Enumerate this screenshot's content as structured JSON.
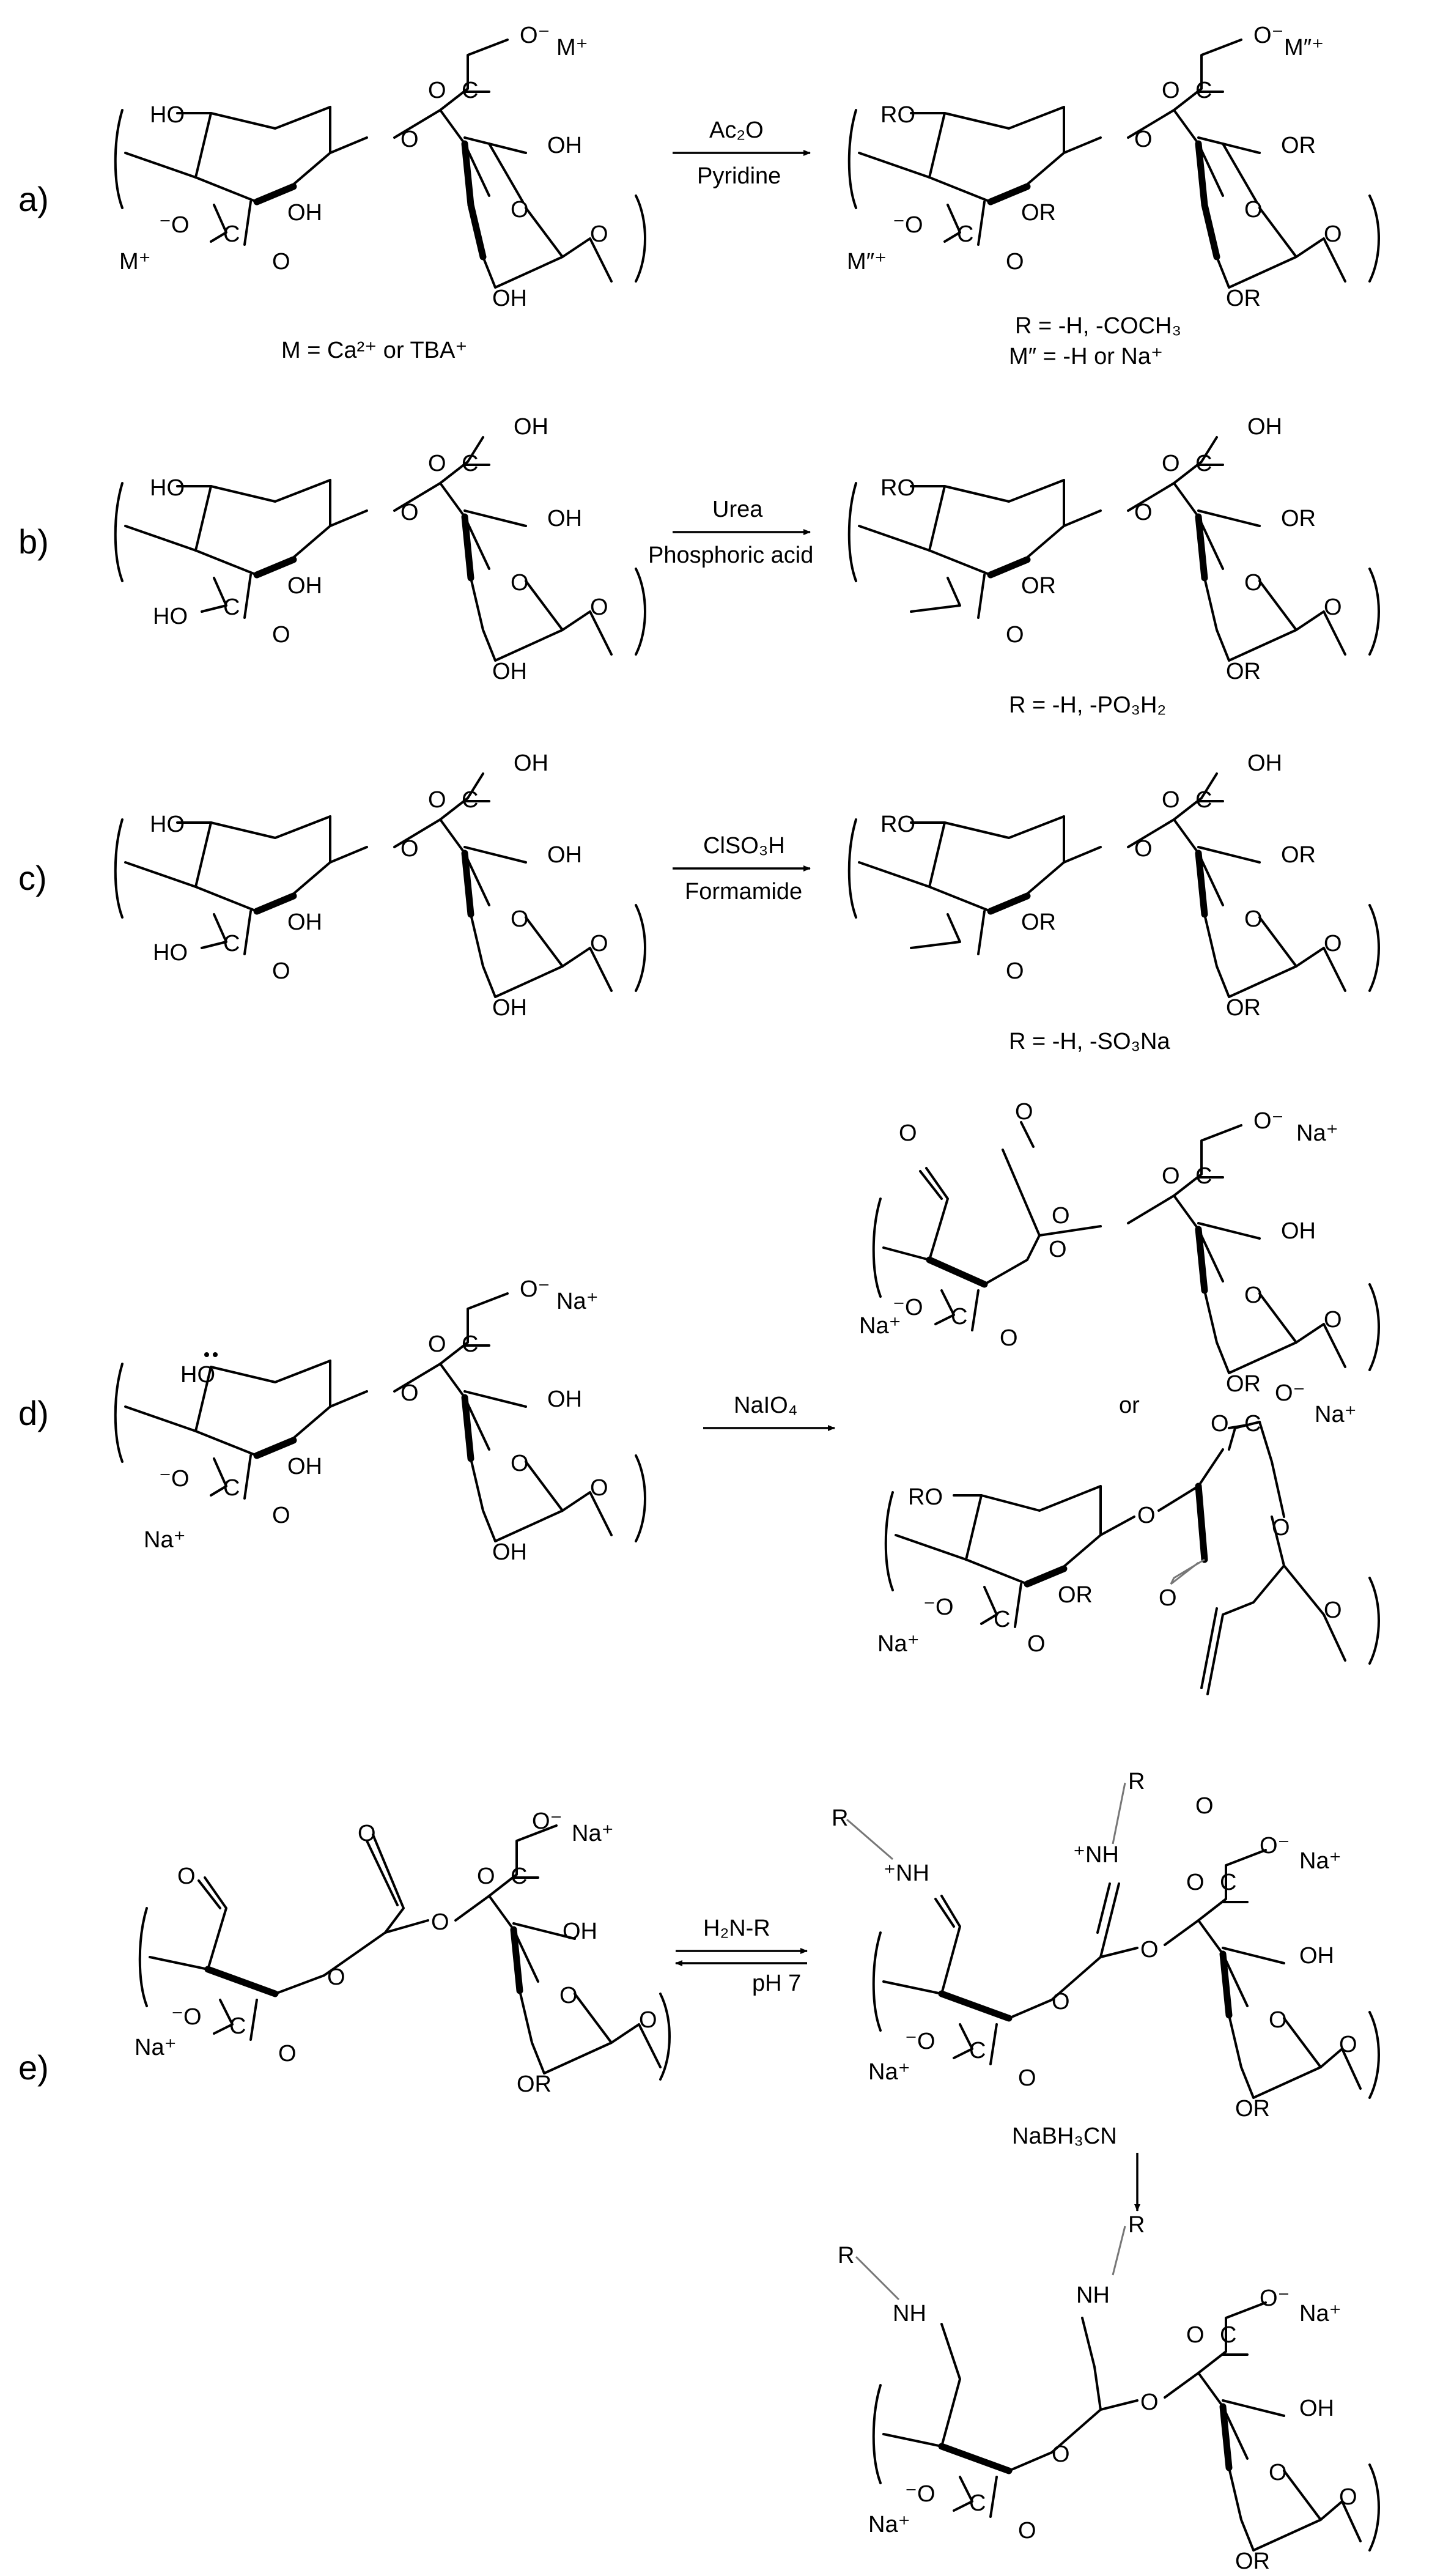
{
  "panels": {
    "a": {
      "label": "a)",
      "reagent_top": "Ac₂O",
      "reagent_bottom": "Pyridine",
      "left": {
        "HO": "HO",
        "OH_ring": "OH",
        "OH_r": "OH",
        "OH_b": "OH",
        "O_link": "O",
        "O_ring": "O",
        "O_end": "O",
        "O_dbl": "O",
        "O_dbl2": "O",
        "C1": "C",
        "C2": "C",
        "O_minus": "O⁻",
        "O_minus2": "⁻O",
        "M_top": "M⁺",
        "M_left": "M⁺"
      },
      "right": {
        "RO": "RO",
        "OR_ring": "OR",
        "OR_r": "OR",
        "OR_b": "OR",
        "O_link": "O",
        "O_ring": "O",
        "O_end": "O",
        "O_dbl": "O",
        "O_dbl2": "O",
        "C1": "C",
        "C2": "C",
        "O_minus": "O⁻",
        "O_minus2": "⁻O",
        "M_top": "M″⁺",
        "M_left": "M″⁺"
      },
      "note_left": "M = Ca²⁺ or TBA⁺",
      "note_right_1": "R = -H, -COCH₃",
      "note_right_2": "M″ = -H or Na⁺"
    },
    "b": {
      "label": "b)",
      "reagent_top": "Urea",
      "reagent_bottom": "Phosphoric acid",
      "left": {
        "HO": "HO",
        "OH_ring": "OH",
        "OH_r": "OH",
        "OH_b": "OH",
        "OH_top": "OH",
        "HO_acid": "HO",
        "O_link": "O",
        "O_ring": "O",
        "O_end": "O",
        "O_dbl": "O",
        "O_dbl2": "O",
        "C1": "C",
        "C2": "C"
      },
      "right": {
        "RO": "RO",
        "OR_ring": "OR",
        "OR_r": "OR",
        "OR_b": "OR",
        "OH_top": "OH",
        "O_link": "O",
        "O_ring": "O",
        "O_end": "O",
        "O_dbl": "O",
        "O_dbl2": "O",
        "C1": "C"
      },
      "note_right": "R = -H, -PO₃H₂"
    },
    "c": {
      "label": "c)",
      "reagent_top": "ClSO₃H",
      "reagent_bottom": "Formamide",
      "left": {
        "HO": "HO",
        "OH_ring": "OH",
        "OH_r": "OH",
        "OH_b": "OH",
        "OH_top": "OH",
        "HO_acid": "HO",
        "O_link": "O",
        "O_ring": "O",
        "O_end": "O",
        "O_dbl": "O",
        "O_dbl2": "O",
        "C1": "C",
        "C2": "C"
      },
      "right": {
        "RO": "RO",
        "OR_ring": "OR",
        "OR_r": "OR",
        "OR_b": "OR",
        "OH_top": "OH",
        "O_link": "O",
        "O_ring": "O",
        "O_end": "O",
        "O_dbl": "O",
        "O_dbl2": "O",
        "C1": "C"
      },
      "note_right": "R = -H, -SO₃Na"
    },
    "d": {
      "label": "d)",
      "reagent": "NaIO₄",
      "or_text": "or",
      "left": {
        "HO": "HO",
        "OH_ring": "OH",
        "OH_r": "OH",
        "OH_b": "OH",
        "O_link": "O",
        "O_ring": "O",
        "O_end": "O",
        "O_dbl": "O",
        "O_dbl2": "O",
        "C1": "C",
        "C2": "C",
        "O_minus": "O⁻",
        "O_minus2": "⁻O",
        "Na_top": "Na⁺",
        "Na_left": "Na⁺"
      },
      "top_product": {
        "O_ald1": "O",
        "O_ald2": "O",
        "O_link": "O",
        "O_chain": "O",
        "OH_r": "OH",
        "OR_b": "OR",
        "O_ring": "O",
        "O_end": "O",
        "O_dbl": "O",
        "O_dbl2": "O",
        "C1": "C",
        "C2": "C",
        "O_minus": "O⁻",
        "O_minus2": "⁻O",
        "Na_top": "Na⁺",
        "Na_left": "Na⁺"
      },
      "bottom_product": {
        "RO": "RO",
        "OR_ring": "OR",
        "O_link": "O",
        "O_ald": "O",
        "O_chain": "O",
        "O_end": "O",
        "O_dbl": "O",
        "O_dbl2": "O",
        "C1": "C",
        "C2": "C",
        "O_minus": "O⁻",
        "O_minus2": "⁻O",
        "Na_top": "Na⁺",
        "Na_left": "Na⁺"
      }
    },
    "e": {
      "label": "e)",
      "reagent_top": "H₂N-R",
      "reagent_bottom": "pH 7",
      "reagent_reduce": "NaBH₃CN",
      "left": {
        "O_ald1": "O",
        "O_ald2": "O",
        "O_chain": "O",
        "O_link": "O",
        "OH_r": "OH",
        "OR_b": "OR",
        "O_ring": "O",
        "O_end": "O",
        "O_dbl": "O",
        "O_dbl2": "O",
        "C1": "C",
        "C2": "C",
        "O_minus": "O⁻",
        "O_minus2": "⁻O",
        "Na_top": "Na⁺",
        "Na_left": "Na⁺"
      },
      "imine": {
        "R1": "R",
        "R2": "R",
        "NH1": "⁺NH",
        "NH2": "⁺NH",
        "O_stray": "O",
        "O_chain": "O",
        "O_link": "O",
        "OH_r": "OH",
        "OR_b": "OR",
        "O_ring": "O",
        "O_end": "O",
        "O_dbl": "O",
        "O_dbl2": "O",
        "C1": "C",
        "C2": "C",
        "O_minus": "O⁻",
        "O_minus2": "⁻O",
        "Na_top": "Na⁺",
        "Na_left": "Na⁺"
      },
      "amine": {
        "R1": "R",
        "R2": "R",
        "NH1": "NH",
        "NH2": "NH",
        "O_chain": "O",
        "O_link": "O",
        "OH_r": "OH",
        "OR_b": "OR",
        "O_ring": "O",
        "O_end": "O",
        "O_dbl": "O",
        "O_dbl2": "O",
        "C1": "C",
        "C2": "C",
        "O_minus": "O⁻",
        "O_minus2": "⁻O",
        "Na_top": "Na⁺",
        "Na_left": "Na⁺"
      }
    }
  }
}
